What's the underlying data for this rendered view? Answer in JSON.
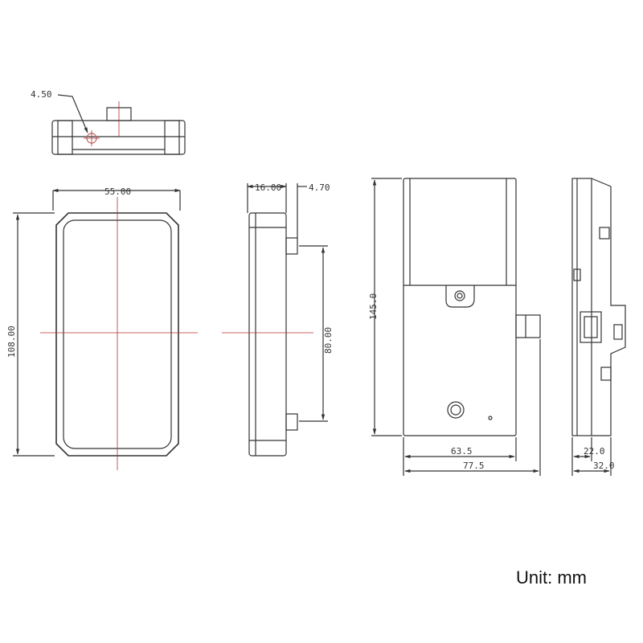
{
  "dimensions": {
    "hole_diameter": "4.50",
    "front_width": "55.00",
    "front_height": "108.00",
    "side_depth": "16.00",
    "side_offset": "4.70",
    "side_pitch": "80.00",
    "rear_height": "145.0",
    "rear_width_inner": "63.5",
    "rear_width_outer": "77.5",
    "right_depth_inner": "22.0",
    "right_depth_outer": "32.0"
  },
  "unit_label": "Unit: mm",
  "colors": {
    "line": "#333333",
    "centerline": "#b03030",
    "hole": "#c06060"
  }
}
